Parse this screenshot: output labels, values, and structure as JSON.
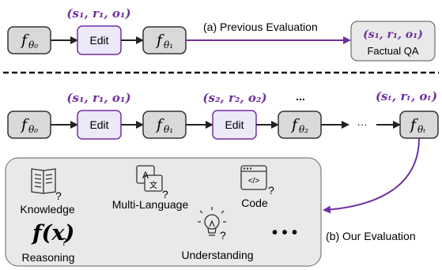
{
  "colors": {
    "accent_purple": "#7030a0",
    "model_box_fill": "#d9d9d9",
    "edit_box_fill": "#ece9f9",
    "panel_fill": "#e9e9e9",
    "stroke": "#333333"
  },
  "top": {
    "model_start": "θ₀",
    "edit_label": "Edit",
    "triple": "(s₁, r₁, o₁)",
    "model_after": "θ₁",
    "arrow_caption": "(a)  Previous Evaluation",
    "qa_triple": "(s₁, r₁, o₁)",
    "qa_label": "Factual QA"
  },
  "bottom": {
    "model_0": "θ₀",
    "edit_1": "Edit",
    "triple_1": "(s₁, r₁, o₁)",
    "model_1": "θ₁",
    "edit_2": "Edit",
    "triple_2": "(s₂, r₂, o₂)",
    "model_2": "θ₂",
    "ellipsis_top": "...",
    "ellipsis_mid": "···",
    "triple_t": "(sₜ, rₜ, oₜ)",
    "model_t": "θₜ",
    "eval_caption": "(b) Our Evaluation"
  },
  "panel": {
    "knowledge": "Knowledge",
    "multilang": "Multi-Language",
    "code": "Code",
    "reasoning": "Reasoning",
    "understanding": "Understanding",
    "more": "• • •",
    "func_icon_text": "f(x)",
    "translate_a": "A",
    "translate_b": "文",
    "code_brackets": "</>",
    "question": "?"
  }
}
